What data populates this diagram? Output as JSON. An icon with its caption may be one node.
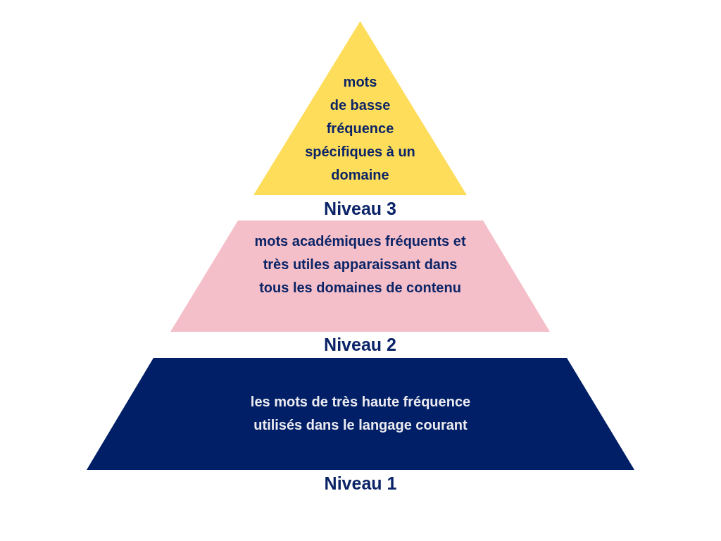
{
  "diagram": {
    "nodes": [
      {
        "text": [
          "mots de basse fréquence spécifiques à un domaine",
          "Niveau 3"
        ]
      },
      {
        "text": [
          "mots académiques fréquents et très utiles apparaissant dans tous les domaines de contenu",
          "Niveau 2"
        ]
      },
      {
        "text": [
          "les mots de très haute fréquence utilisés dans le langage courant",
          "Niveau 1"
        ]
      }
    ]
  }
}
